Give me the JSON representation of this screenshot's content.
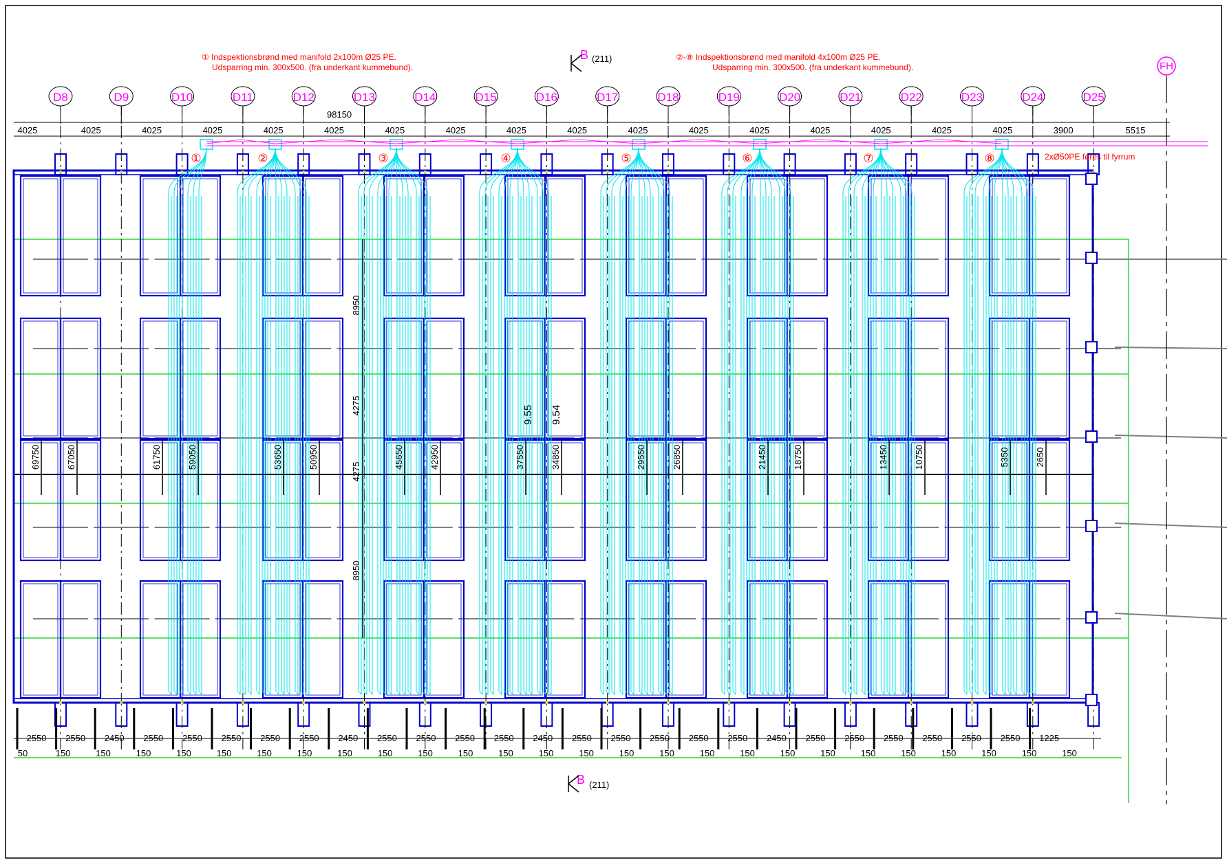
{
  "colors": {
    "structure": "#0000cc",
    "pipe": "#00e5ee",
    "green_line": "#00cc00",
    "dim": "#000000",
    "magenta": "#ff00ff",
    "red": "#ff0000",
    "yellow": "#e6e600",
    "gray": "#808080"
  },
  "grid_axes": [
    "D8",
    "D9",
    "D10",
    "D11",
    "D12",
    "D13",
    "D14",
    "D15",
    "D16",
    "D17",
    "D18",
    "D19",
    "D20",
    "D21",
    "D22",
    "D23",
    "D24",
    "D25"
  ],
  "fh_label": "FH",
  "notes": {
    "note1_line1": "① Indspektionsbrønd med manifold 2x100m Ø25 PE.",
    "note1_line2": "Udsparring min. 300x500. (fra underkant kummebund).",
    "note2_line1": "②-⑧ Indspektionsbrønd med manifold 4x100m Ø25 PE.",
    "note2_line2": "Udsparring min. 300x500. (fra underkant kummebund).",
    "feed_note": "2xØ50PE føres til fyrrum"
  },
  "section": {
    "label": "B",
    "ref": "(211)"
  },
  "dims": {
    "total_top": "98150",
    "top_row": [
      "4025",
      "4025",
      "4025",
      "4025",
      "4025",
      "4025",
      "4025",
      "4025",
      "4025",
      "4025",
      "4025",
      "4025",
      "4025",
      "4025",
      "4025",
      "4025",
      "4025",
      "3900",
      "5515"
    ],
    "vertical": [
      "8950",
      "4275",
      "4275",
      "8950"
    ],
    "chainage": [
      "69750",
      "67050",
      "61750",
      "59050",
      "53650",
      "50950",
      "45650",
      "42950",
      "37550",
      "34850",
      "29550",
      "26850",
      "21450",
      "18750",
      "13450",
      "10750",
      "5350",
      "2650"
    ],
    "bottom_row": [
      "2550",
      "2550",
      "2450",
      "2550",
      "2550",
      "2550",
      "2550",
      "2550",
      "2450",
      "2550",
      "2550",
      "2550",
      "2550",
      "2450",
      "2550",
      "2550",
      "2550",
      "2550",
      "2550",
      "2450",
      "2550",
      "2550",
      "2550",
      "2550",
      "2550",
      "2550",
      "1225"
    ],
    "bottom_row2": [
      "50",
      "150",
      "150",
      "150",
      "150",
      "150",
      "150",
      "150",
      "150",
      "150",
      "150",
      "150",
      "150",
      "150",
      "150",
      "150",
      "150",
      "150",
      "150",
      "150",
      "150",
      "150",
      "150",
      "150",
      "150",
      "150",
      "150"
    ],
    "level1": "9.55",
    "level2": "9.54"
  },
  "manifolds": [
    "①",
    "②",
    "③",
    "④",
    "⑤",
    "⑥",
    "⑦",
    "⑧"
  ]
}
